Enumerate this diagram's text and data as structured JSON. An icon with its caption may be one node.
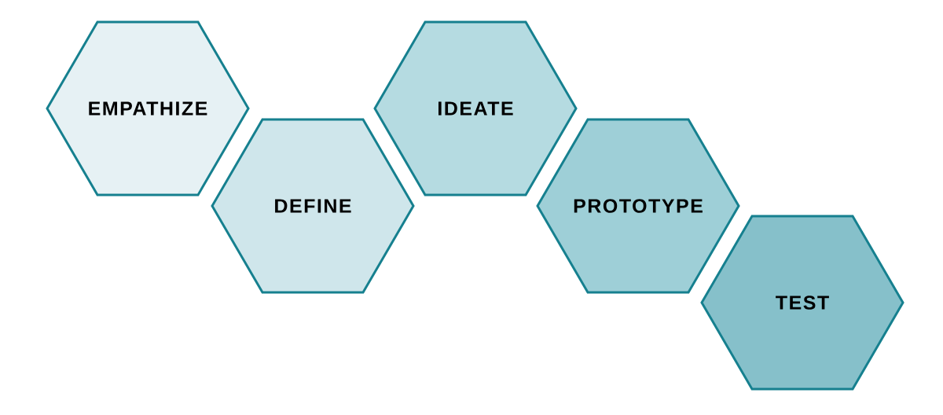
{
  "diagram": {
    "nodes": [
      {
        "text": [
          "EMPATHIZE"
        ]
      },
      {
        "text": [
          "DEFINE"
        ]
      },
      {
        "text": [
          "IDEATE"
        ]
      },
      {
        "text": [
          "PROTOTYPE"
        ]
      },
      {
        "text": [
          "TEST"
        ]
      }
    ]
  }
}
